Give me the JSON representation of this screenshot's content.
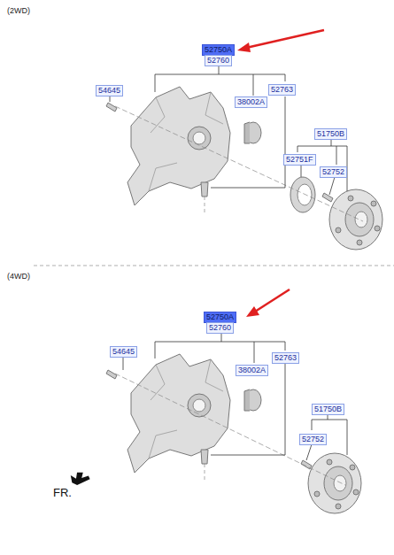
{
  "diagram": {
    "labels": [
      "(2WD)",
      "52750A",
      "52760",
      "54645",
      "52763",
      "38002A",
      "51750B",
      "52751F",
      "52752",
      "(4WD)",
      "52750A",
      "52760",
      "54645",
      "52763",
      "38002A",
      "51750B",
      "52752",
      "FR."
    ]
  }
}
